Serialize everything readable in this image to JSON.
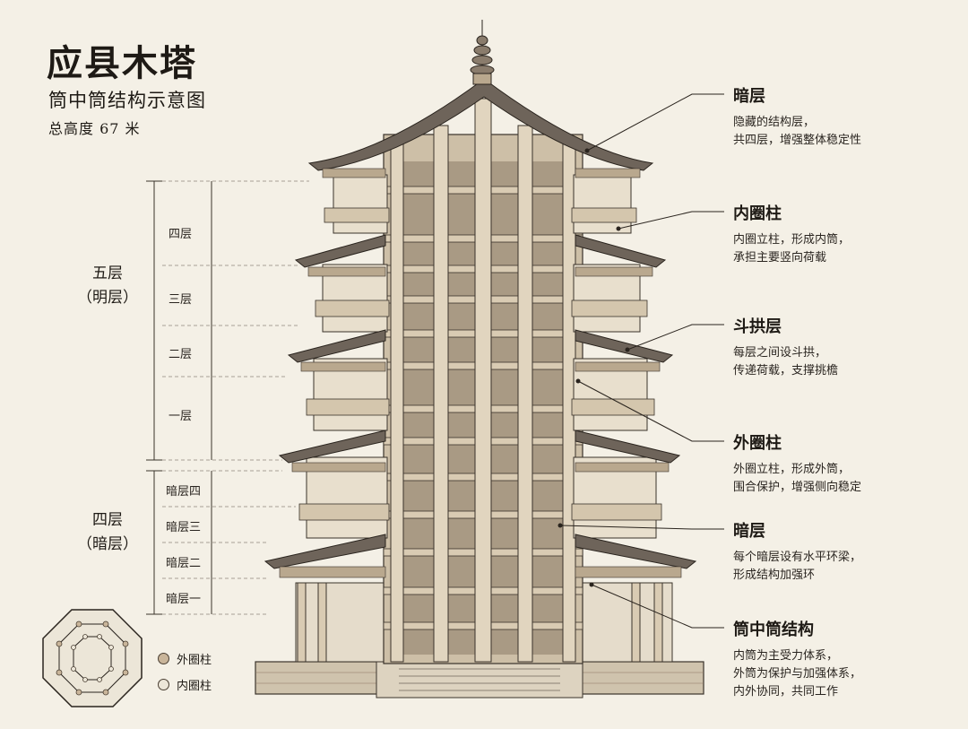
{
  "title": "应县木塔",
  "subtitle": "筒中筒结构示意图",
  "height_note": "总高度 67 米",
  "groups": {
    "bright": {
      "line1": "五层",
      "line2": "（明层）"
    },
    "dark": {
      "line1": "四层",
      "line2": "（暗层）"
    }
  },
  "floors": {
    "f4": "四层",
    "f3": "三层",
    "f2": "二层",
    "f1": "一层",
    "d4": "暗层四",
    "d3": "暗层三",
    "d2": "暗层二",
    "d1": "暗层一"
  },
  "annotations": [
    {
      "heading": "暗层",
      "line1": "隐藏的结构层，",
      "line2": "共四层，增强整体稳定性"
    },
    {
      "heading": "内圈柱",
      "line1": "内圈立柱，形成内筒，",
      "line2": "承担主要竖向荷载"
    },
    {
      "heading": "斗拱层",
      "line1": "每层之间设斗拱，",
      "line2": "传递荷载，支撑挑檐"
    },
    {
      "heading": "外圈柱",
      "line1": "外圈立柱，形成外筒，",
      "line2": "围合保护，增强侧向稳定"
    },
    {
      "heading": "暗层",
      "line1": "每个暗层设有水平环梁，",
      "line2": "形成结构加强环"
    },
    {
      "heading": "筒中筒结构",
      "line1": "内筒为主受力体系，",
      "line2": "外筒为保护与加强体系，",
      "line3": "内外协同，共同工作"
    }
  ],
  "legend": {
    "outer": "外圈柱",
    "inner": "内圈柱",
    "outer_color": "#c9b59a",
    "inner_color": "#ece6d8"
  },
  "colors": {
    "ink": "#1e1a15",
    "wood": "#d9cbb3",
    "wood_dark": "#8a7560",
    "roof": "#6e645a",
    "paper": "#f4f0e6"
  }
}
